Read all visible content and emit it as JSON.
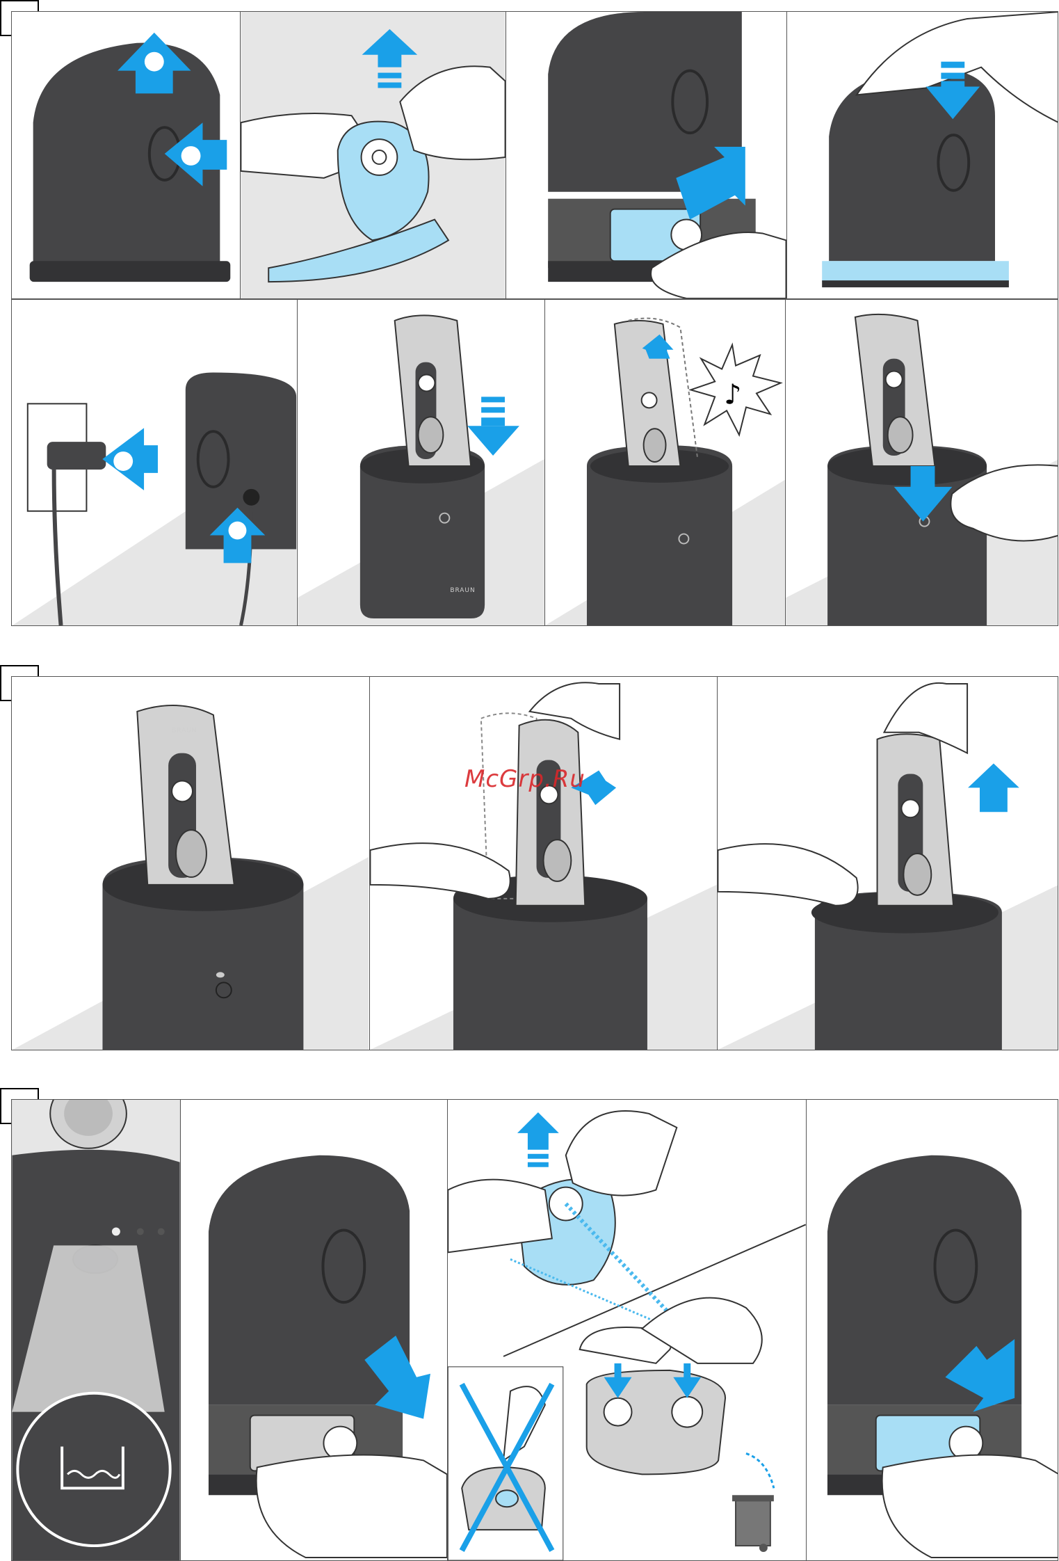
{
  "steps": [
    {
      "number": "",
      "panels": 8
    },
    {
      "number": "",
      "panels": 3
    },
    {
      "number": "",
      "panels": 4
    }
  ],
  "product_logo_text": "BRAUN",
  "shaver_logo_text": "BRAUN",
  "watermark": "McGrp.Ru",
  "colors": {
    "arrow_blue": "#1aa0e8",
    "cartridge_light_blue": "#a8def5",
    "station_dark": "#454547",
    "shaver_silver": "#d2d2d2",
    "background_gray": "#e6e6e6"
  },
  "icons": [
    "up-arrow",
    "right-arrow",
    "down-arrow",
    "music-note-star",
    "water-basin-icon",
    "trash-bin-icon",
    "prohibited-cross",
    "power-button-icon"
  ]
}
